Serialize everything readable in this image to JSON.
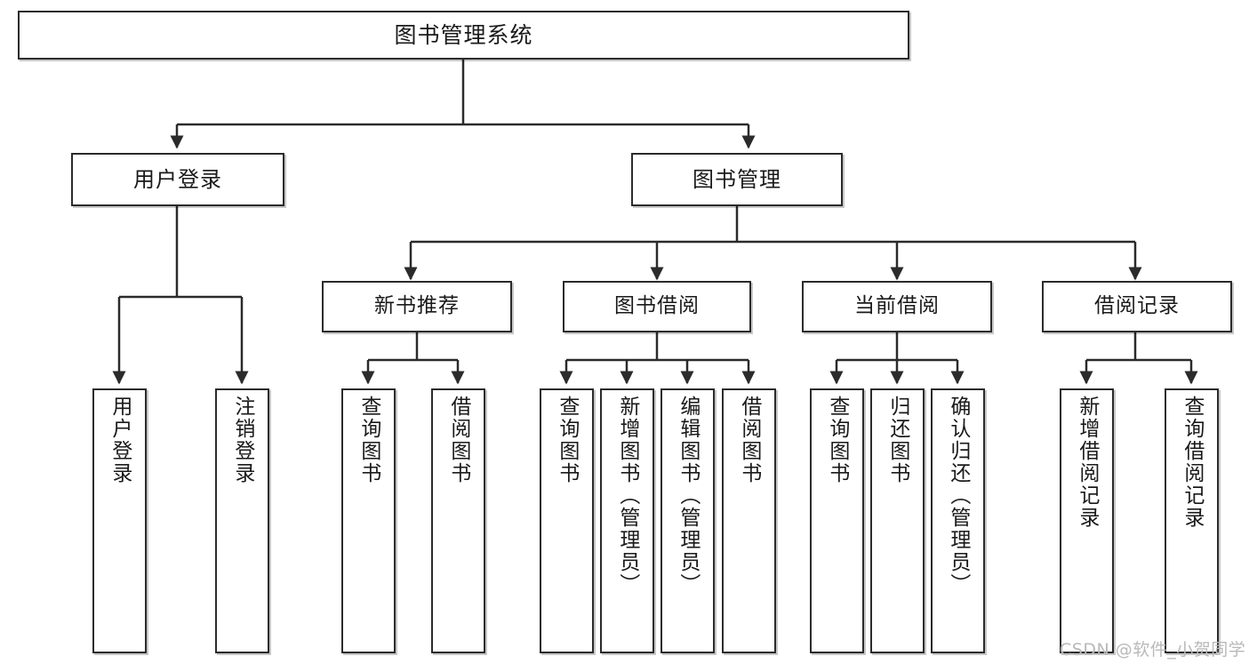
{
  "diagram": {
    "title": "图书管理系统",
    "type": "tree-structure-chart",
    "watermark": "CSDN @软件_小贺同学",
    "colors": {
      "background": "#ffffff",
      "stroke": "#2b2b2b",
      "text": "#1a1a1a",
      "watermark": "#b9b9b9"
    },
    "root": {
      "label": "图书管理系统"
    },
    "level2": [
      {
        "label": "用户登录"
      },
      {
        "label": "图书管理"
      }
    ],
    "level3": [
      {
        "label": "新书推荐"
      },
      {
        "label": "图书借阅"
      },
      {
        "label": "当前借阅"
      },
      {
        "label": "借阅记录"
      }
    ],
    "leaves": {
      "user_login": [
        {
          "label": "用户登录"
        },
        {
          "label": "注销登录"
        }
      ],
      "new_book_recommend": [
        {
          "label": "查询图书"
        },
        {
          "label": "借阅图书"
        }
      ],
      "book_borrow": [
        {
          "label": "查询图书"
        },
        {
          "label": "新增图书（管理员）"
        },
        {
          "label": "编辑图书（管理员）"
        },
        {
          "label": "借阅图书"
        }
      ],
      "current_borrow": [
        {
          "label": "查询图书"
        },
        {
          "label": "归还图书"
        },
        {
          "label": "确认归还（管理员）"
        }
      ],
      "borrow_records": [
        {
          "label": "新增借阅记录"
        },
        {
          "label": "查询借阅记录"
        }
      ]
    }
  }
}
